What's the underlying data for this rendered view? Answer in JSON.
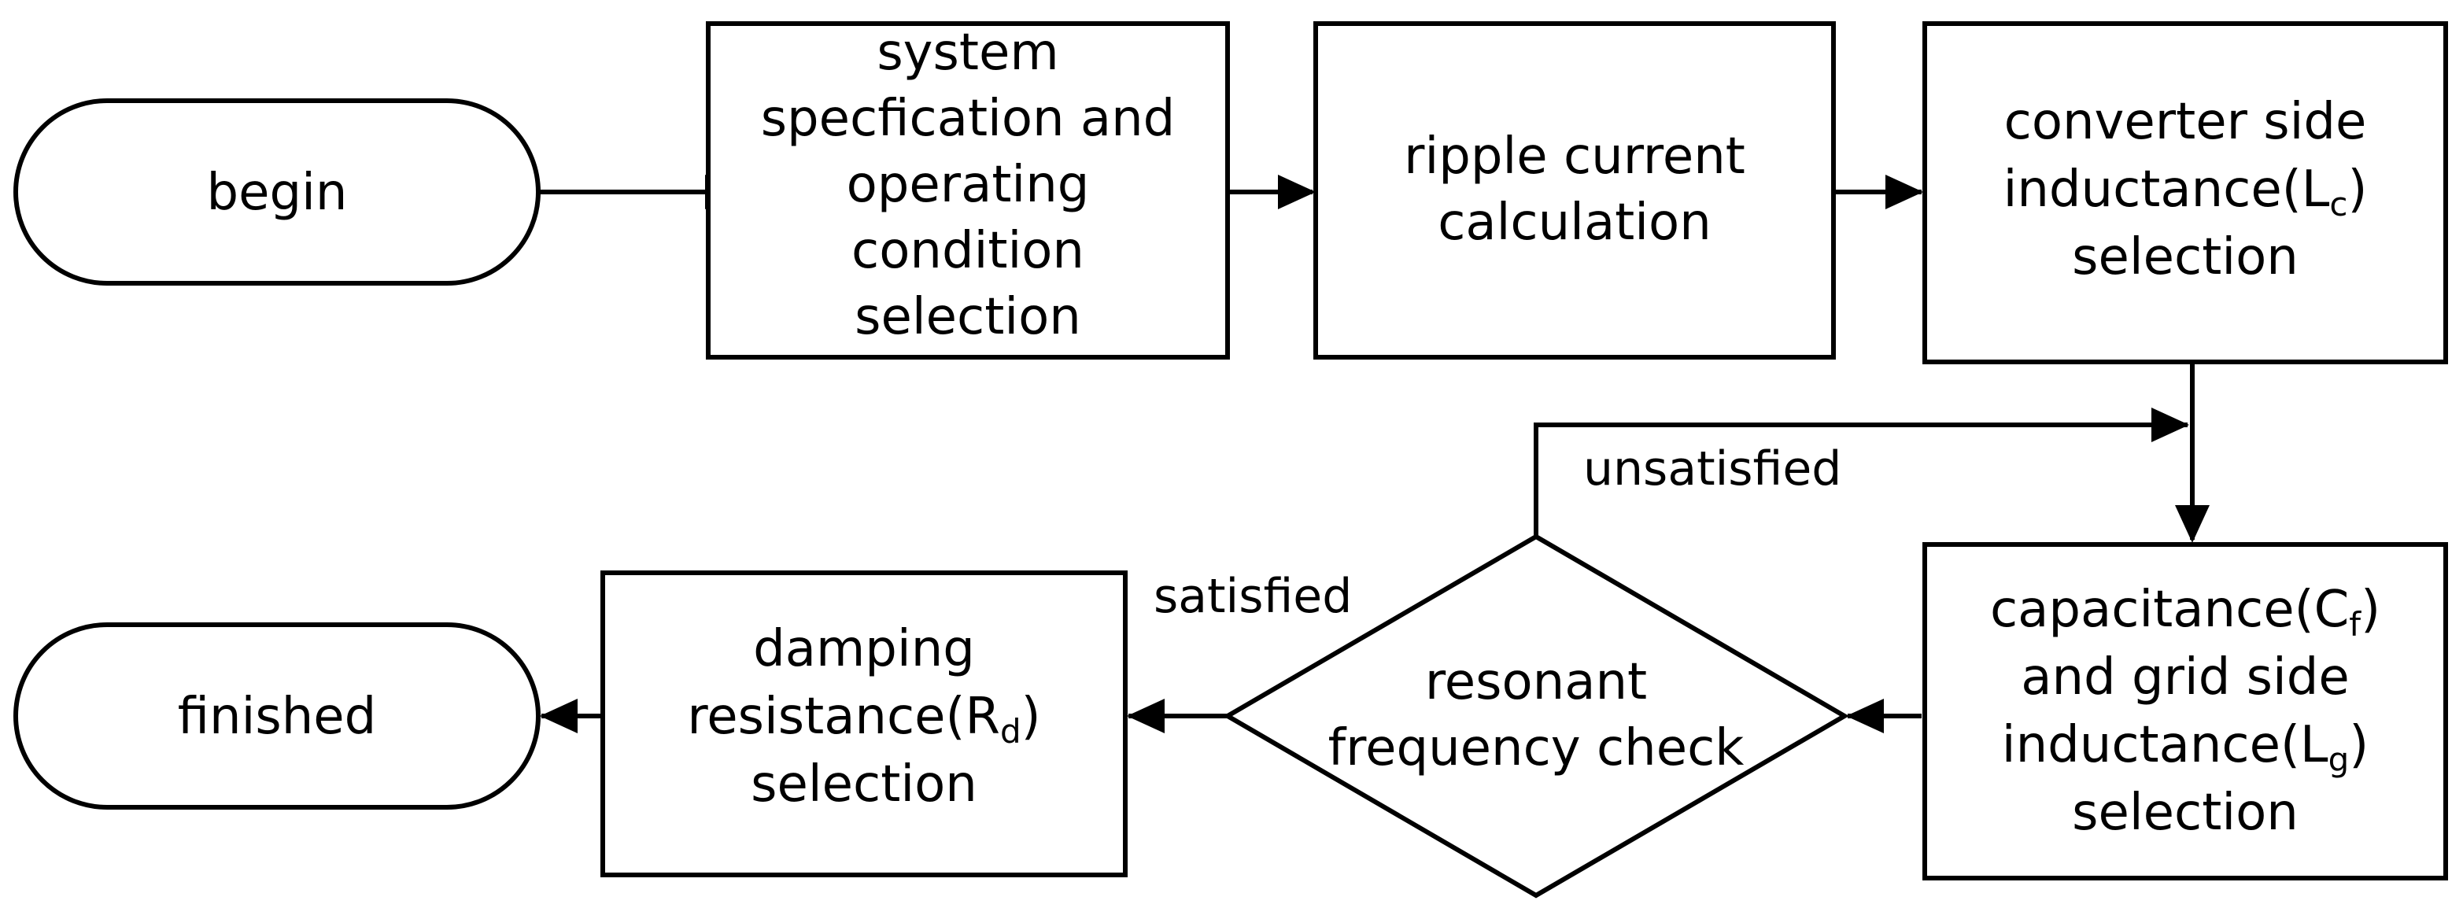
{
  "nodes": {
    "begin": {
      "label": "begin"
    },
    "system_spec": {
      "lines": [
        "system",
        "specfication and",
        "operating",
        "condition",
        "selection"
      ]
    },
    "ripple": {
      "lines": [
        "ripple current",
        "calculation"
      ]
    },
    "lc": {
      "line1": "converter side",
      "line2_text": "inductance(L",
      "line2_sub": "c",
      "line2_end": ")",
      "line3": "selection"
    },
    "cf_lg": {
      "line1_text": "capacitance(C",
      "line1_sub": "f",
      "line1_end": ")",
      "line2": "and grid side",
      "line3_text": "inductance(L",
      "line3_sub": "g",
      "line3_end": ")",
      "line4": "selection"
    },
    "resonant": {
      "lines": [
        "resonant",
        "frequency check"
      ]
    },
    "rd": {
      "line1": "damping",
      "line2_text": "resistance(R",
      "line2_sub": "d",
      "line2_end": ")",
      "line3": "selection"
    },
    "finished": {
      "label": "finished"
    }
  },
  "edges": {
    "unsatisfied": "unsatisfied",
    "satisfied": "satisfied"
  }
}
